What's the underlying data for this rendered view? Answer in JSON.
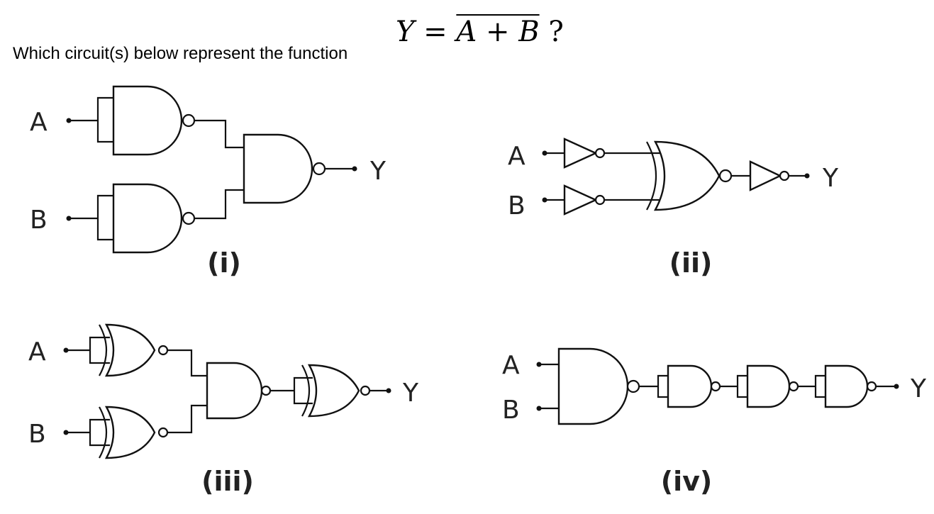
{
  "question": {
    "text": "Which circuit(s) below represent the function",
    "lhs": "Y",
    "equals": "=",
    "rhs": "A + B",
    "tail": "?"
  },
  "circuits": [
    {
      "caption": "(i)",
      "inputs": [
        "A",
        "B"
      ],
      "output": "Y"
    },
    {
      "caption": "(ii)",
      "inputs": [
        "A",
        "B"
      ],
      "output": "Y"
    },
    {
      "caption": "(iii)",
      "inputs": [
        "A",
        "B"
      ],
      "output": "Y"
    },
    {
      "caption": "(iv)",
      "inputs": [
        "A",
        "B"
      ],
      "output": "Y"
    }
  ]
}
